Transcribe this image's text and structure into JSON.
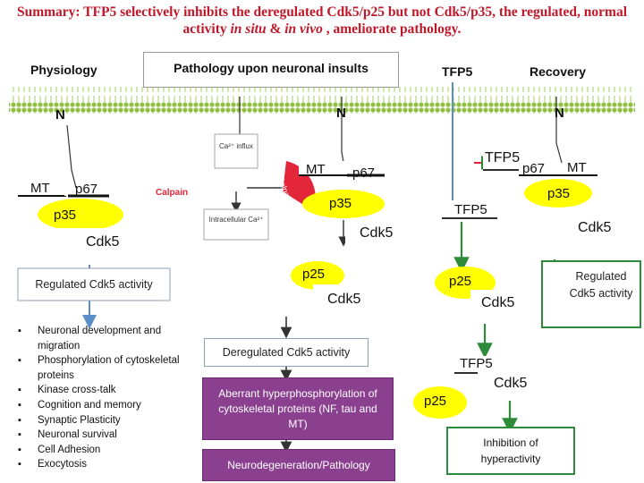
{
  "title": {
    "prefix": "Summary: TFP5 selectively inhibits the deregulated Cdk5/p25 but not Cdk5/p35, the regulated, normal activity ",
    "in_situ": "in situ",
    "amp": " & ",
    "in_vivo": "in vivo",
    "suffix": " , ameliorate pathology."
  },
  "headers": {
    "physiology": "Physiology",
    "pathology": "Pathology upon neuronal insults",
    "tfp5": "TFP5",
    "recovery": "Recovery"
  },
  "nucleus_labels": [
    "N",
    "N",
    "N"
  ],
  "physiology": {
    "mt": "MT",
    "p67": "p67",
    "p35": "p35",
    "cdk5": "Cdk5",
    "activity_label": "Regulated Cdk5 activity",
    "functions": [
      "Neuronal development and migration",
      "Phosphorylation of cytoskeletal proteins",
      "Kinase cross-talk",
      "Cognition and memory",
      "Synaptic Plasticity",
      "Neuronal survival",
      "Cell Adhesion",
      "Exocytosis"
    ]
  },
  "pathology": {
    "ca_influx": "Ca²⁺ influx",
    "intracellular_ca": "Intracellular Ca²⁺",
    "calpain": "Calpain",
    "calpain_arc": "Calpain",
    "mt": "MT",
    "p67": "p67",
    "p35": "p35",
    "cdk5": "Cdk5",
    "p25": "p25",
    "cdk5_b": "Cdk5",
    "deregulated": "Deregulated Cdk5 activity",
    "aberrant": "Aberrant hyperphosphorylation of cytoskeletal proteins (NF, tau and MT)",
    "neurodegeneration": "Neurodegeneration/Pathology"
  },
  "recovery": {
    "tfp5_top": "TFP5",
    "p67": "p67",
    "mt": "MT",
    "p35": "p35",
    "cdk5": "Cdk5",
    "tfp5_mid": "TFP5",
    "p25": "p25",
    "cdk5_b": "Cdk5",
    "regulated_note": "Regulated Cdk5 activity",
    "tfp5_low": "TFP5",
    "cdk5_c": "Cdk5",
    "p25_low": "p25",
    "inhibition": "Inhibition of hyperactivity"
  },
  "colors": {
    "title": "#c0182a",
    "membrane": "#8fbf3f",
    "yellow": "#ffff00",
    "green_arrow": "#2e8b3a",
    "blue_arrow": "#5b8ec7",
    "calpain_red": "#e3263a",
    "purple_panel": "#8a3f8f"
  }
}
